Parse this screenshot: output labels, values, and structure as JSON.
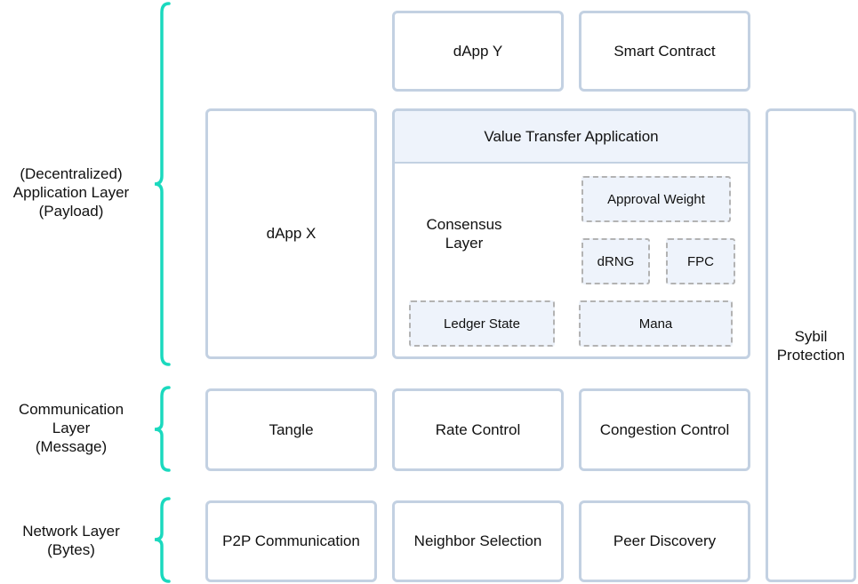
{
  "layers": {
    "application": "(Decentralized)\nApplication Layer\n(Payload)",
    "communication": "Communication\nLayer\n(Message)",
    "network": "Network Layer\n(Bytes)"
  },
  "boxes": {
    "dapp_y": "dApp Y",
    "smart_contract": "Smart Contract",
    "dapp_x": "dApp X",
    "value_transfer": "Value Transfer Application",
    "tangle": "Tangle",
    "rate_control": "Rate Control",
    "congestion_control": "Congestion Control",
    "p2p": "P2P Communication",
    "neighbor_selection": "Neighbor Selection",
    "peer_discovery": "Peer Discovery",
    "sybil": "Sybil\nProtection"
  },
  "consensus": {
    "label": "Consensus\nLayer",
    "approval_weight": "Approval Weight",
    "drng": "dRNG",
    "fpc": "FPC",
    "ledger_state": "Ledger State",
    "mana": "Mana"
  },
  "colors": {
    "bracket": "#1ad9be",
    "box_border": "#c3d1e2",
    "header_fill": "#eef3fb",
    "dashed_border": "#b3b3b3"
  }
}
